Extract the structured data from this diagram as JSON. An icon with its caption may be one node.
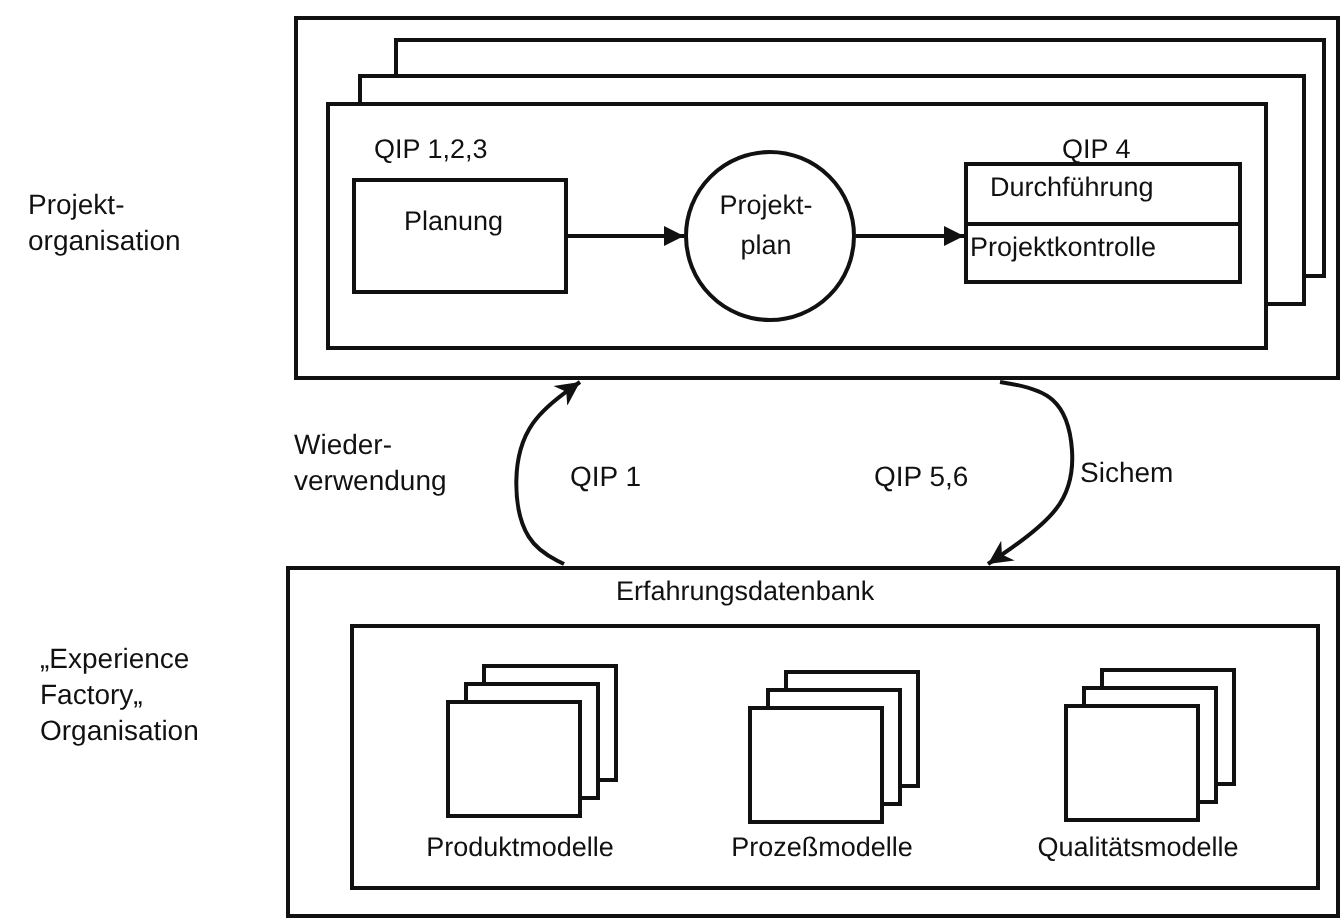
{
  "diagram": {
    "nodes": [
      {
        "text": [],
        "shape": "box"
      },
      {
        "text": [
          "QIP 1,2,3",
          "QIP 4"
        ],
        "in": 0
      },
      {
        "text": [
          "Planung"
        ],
        "in": 1
      },
      {
        "text": [
          "Projekt- plan"
        ],
        "in": 1
      },
      {
        "text": [
          "Durchführung",
          "Projektkontrolle"
        ],
        "in": 1
      },
      {
        "text": [
          "Erfahrungsdatenbank"
        ]
      },
      {
        "text": [],
        "shape": "box",
        "in": 5
      },
      {
        "text": [
          "Produktmodelle"
        ],
        "in": 6
      },
      {
        "text": [
          "Prozeßmodelle"
        ],
        "in": 6
      },
      {
        "text": [
          "Qualitätsmodelle"
        ],
        "in": 6
      }
    ],
    "edges": [
      {
        "from": 2,
        "to": 3,
        "arrow": "to"
      },
      {
        "from": 3,
        "to": 4,
        "arrow": "to"
      },
      {
        "from": 5,
        "to": 0,
        "arrow": "to",
        "label": "Wieder- verwendung"
      },
      {
        "from": 0,
        "to": 5,
        "arrow": "to",
        "label": "Sichem"
      }
    ],
    "labels": [
      "Projekt- organisation",
      "QIP 1",
      "QIP 5,6",
      "„Experience Factory„ Organisation"
    ]
  }
}
